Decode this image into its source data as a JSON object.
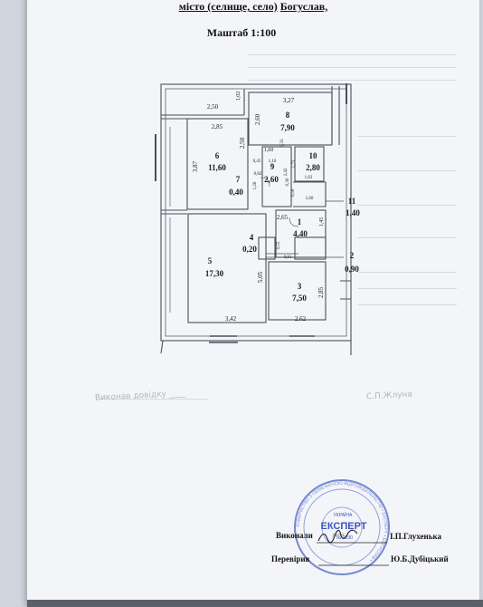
{
  "header": {
    "locality_label": "місто (селище, село)",
    "locality_name": "Богуслав,",
    "scale": "Маштаб 1:100"
  },
  "rooms": [
    {
      "number": "1",
      "area": "4,40"
    },
    {
      "number": "2",
      "area": "0,90"
    },
    {
      "number": "3",
      "area": "7,50"
    },
    {
      "number": "4",
      "area": "0,20"
    },
    {
      "number": "5",
      "area": "17,30"
    },
    {
      "number": "6",
      "area": "11,60"
    },
    {
      "number": "7",
      "area": "0,40"
    },
    {
      "number": "8",
      "area": "7,90"
    },
    {
      "number": "9",
      "area": "2,60"
    },
    {
      "number": "10",
      "area": "2,80"
    },
    {
      "number": "11",
      "area": "1,40"
    }
  ],
  "dimensions": [
    "1,02",
    "2,50",
    "3,27",
    "2,85",
    "2,60",
    "2,50",
    "3,87",
    "1,60",
    "0,45",
    "1,10",
    "0,33",
    "1,73",
    "1,26",
    "0,82",
    "1,63",
    "0,30",
    "1,60",
    "2,42",
    "0,58",
    "2,65",
    "1,45",
    "0,55",
    "0,81",
    "5,05",
    "2,85",
    "3,42",
    "2,62"
  ],
  "signatures": {
    "executed_by_label": "Виконали",
    "executed_by_name": "І.П.Глухенька",
    "checked_by_label": "Перевірив",
    "checked_by_name": "Ю.Б.Дубіцький",
    "executor_signature": "pavel"
  },
  "stamp": {
    "center_text": "ЕКСПЕРТ",
    "country": "УКРАЇНА",
    "ring_text": "ТОВАРИСТВО З ОБМЕЖЕНОЮ ВІДПОВІДАЛЬНІСТЮ • ЕКСПЕРТ • БОГУСЛАВ •",
    "code": "№ 2230"
  },
  "faint_text": {
    "left_handwriting": "Виконав довідку ____",
    "right_handwriting": "С.П.Жлуна"
  }
}
